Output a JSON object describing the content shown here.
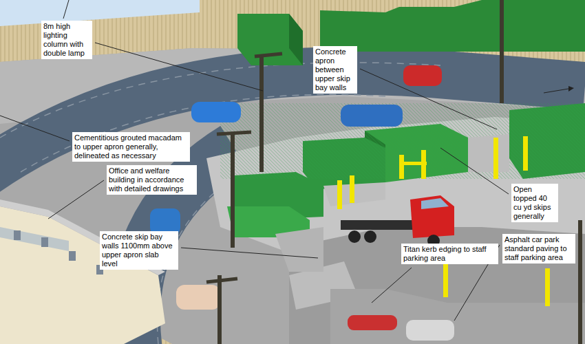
{
  "diagram": {
    "labels": [
      "8m high lighting column with double lamp",
      "Concrete apron between upper skip bay walls",
      "Cementitious grouted macadam to upper apron generally, delineated as necessary",
      "Office and welfare building in accordance with detailed drawings",
      "Open topped 40 cu yd skips generally",
      "Concrete skip bay walls 1100mm above upper apron slab level",
      "Titan kerb edging to staff parking area",
      "Asphalt car park standard paving to staff parking area"
    ]
  }
}
